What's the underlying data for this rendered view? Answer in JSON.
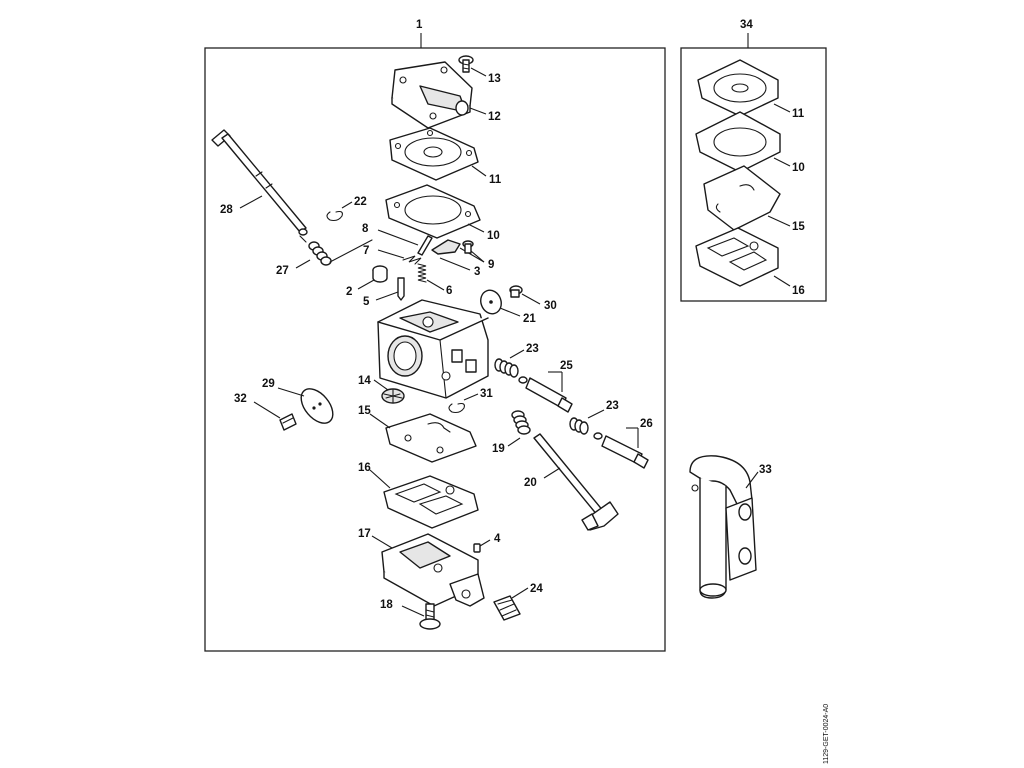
{
  "assembly": {
    "main_callout": "1",
    "kit_callout": "34"
  },
  "callouts": {
    "c13": "13",
    "c12": "12",
    "c11": "11",
    "c10": "10",
    "c8": "8",
    "c7": "7",
    "c9": "9",
    "c3": "3",
    "c22": "22",
    "c28": "28",
    "c27": "27",
    "c2": "2",
    "c5": "5",
    "c6": "6",
    "c30": "30",
    "c21": "21",
    "c23a": "23",
    "c25": "25",
    "c14": "14",
    "c31": "31",
    "c23b": "23",
    "c26": "26",
    "c29": "29",
    "c32": "32",
    "c15": "15",
    "c19": "19",
    "c20": "20",
    "c16": "16",
    "c17": "17",
    "c4": "4",
    "c24": "24",
    "c18": "18",
    "k11": "11",
    "k10": "10",
    "k15": "15",
    "k16": "16",
    "c33": "33"
  },
  "document_id": "1129-GET-0024-A0"
}
